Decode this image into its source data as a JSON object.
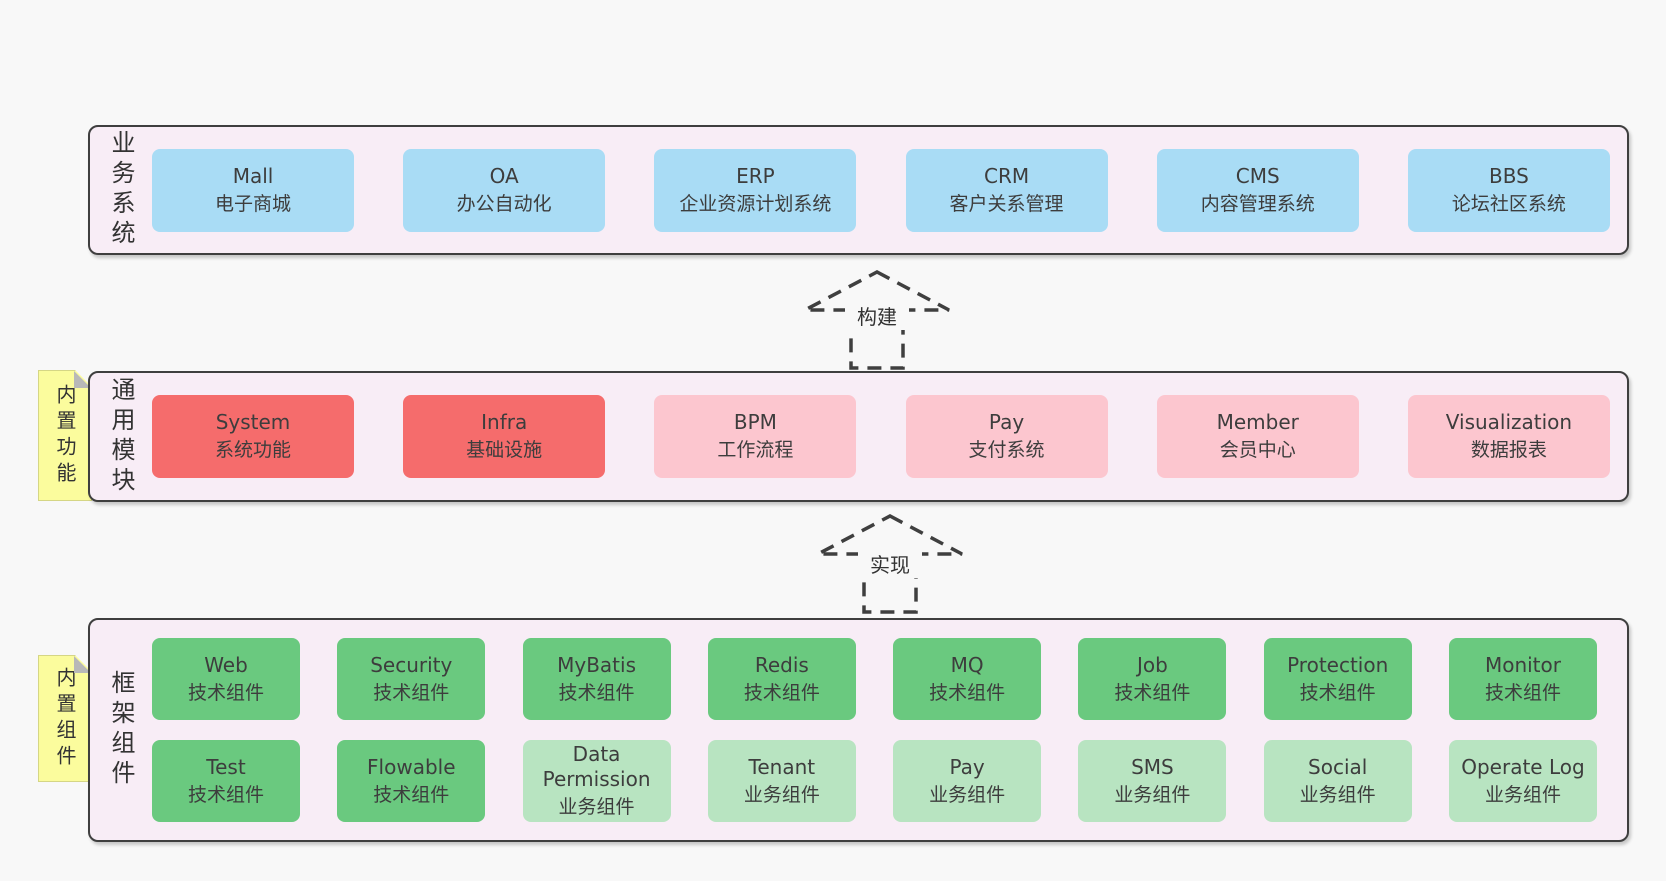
{
  "colors": {
    "page_bg": "#f8f8f8",
    "layer_bg": "#f8edf6",
    "layer_border": "#3f3f3f",
    "box_text": "#3d3d3d",
    "blue": "#a9dcf5",
    "red": "#f56c6c",
    "pink": "#fcc6cf",
    "green": "#6ac97f",
    "green_light": "#b8e4c1",
    "note_bg": "#fbfc9d",
    "note_fold": "#b8b8b8"
  },
  "layers": {
    "business": {
      "label": "业务系统",
      "boxes": [
        {
          "title": "Mall",
          "subtitle": "电子商城",
          "variant": "blue"
        },
        {
          "title": "OA",
          "subtitle": "办公自动化",
          "variant": "blue"
        },
        {
          "title": "ERP",
          "subtitle": "企业资源计划系统",
          "variant": "blue"
        },
        {
          "title": "CRM",
          "subtitle": "客户关系管理",
          "variant": "blue"
        },
        {
          "title": "CMS",
          "subtitle": "内容管理系统",
          "variant": "blue"
        },
        {
          "title": "BBS",
          "subtitle": "论坛社区系统",
          "variant": "blue"
        }
      ]
    },
    "modules": {
      "label": "通用模块",
      "note": "内置功能",
      "boxes": [
        {
          "title": "System",
          "subtitle": "系统功能",
          "variant": "red"
        },
        {
          "title": "Infra",
          "subtitle": "基础设施",
          "variant": "red"
        },
        {
          "title": "BPM",
          "subtitle": "工作流程",
          "variant": "pink"
        },
        {
          "title": "Pay",
          "subtitle": "支付系统",
          "variant": "pink"
        },
        {
          "title": "Member",
          "subtitle": "会员中心",
          "variant": "pink"
        },
        {
          "title": "Visualization",
          "subtitle": "数据报表",
          "variant": "pink"
        }
      ]
    },
    "components": {
      "label": "框架组件",
      "note": "内置组件",
      "rows": [
        [
          {
            "title": "Web",
            "subtitle": "技术组件",
            "variant": "green"
          },
          {
            "title": "Security",
            "subtitle": "技术组件",
            "variant": "green"
          },
          {
            "title": "MyBatis",
            "subtitle": "技术组件",
            "variant": "green"
          },
          {
            "title": "Redis",
            "subtitle": "技术组件",
            "variant": "green"
          },
          {
            "title": "MQ",
            "subtitle": "技术组件",
            "variant": "green"
          },
          {
            "title": "Job",
            "subtitle": "技术组件",
            "variant": "green"
          },
          {
            "title": "Protection",
            "subtitle": "技术组件",
            "variant": "green"
          },
          {
            "title": "Monitor",
            "subtitle": "技术组件",
            "variant": "green"
          }
        ],
        [
          {
            "title": "Test",
            "subtitle": "技术组件",
            "variant": "green"
          },
          {
            "title": "Flowable",
            "subtitle": "技术组件",
            "variant": "green"
          },
          {
            "title": "Data Permission",
            "subtitle": "业务组件",
            "variant": "green_light"
          },
          {
            "title": "Tenant",
            "subtitle": "业务组件",
            "variant": "green_light"
          },
          {
            "title": "Pay",
            "subtitle": "业务组件",
            "variant": "green_light"
          },
          {
            "title": "SMS",
            "subtitle": "业务组件",
            "variant": "green_light"
          },
          {
            "title": "Social",
            "subtitle": "业务组件",
            "variant": "green_light"
          },
          {
            "title": "Operate Log",
            "subtitle": "业务组件",
            "variant": "green_light"
          }
        ]
      ]
    }
  },
  "arrows": [
    {
      "label": "构建"
    },
    {
      "label": "实现"
    }
  ]
}
